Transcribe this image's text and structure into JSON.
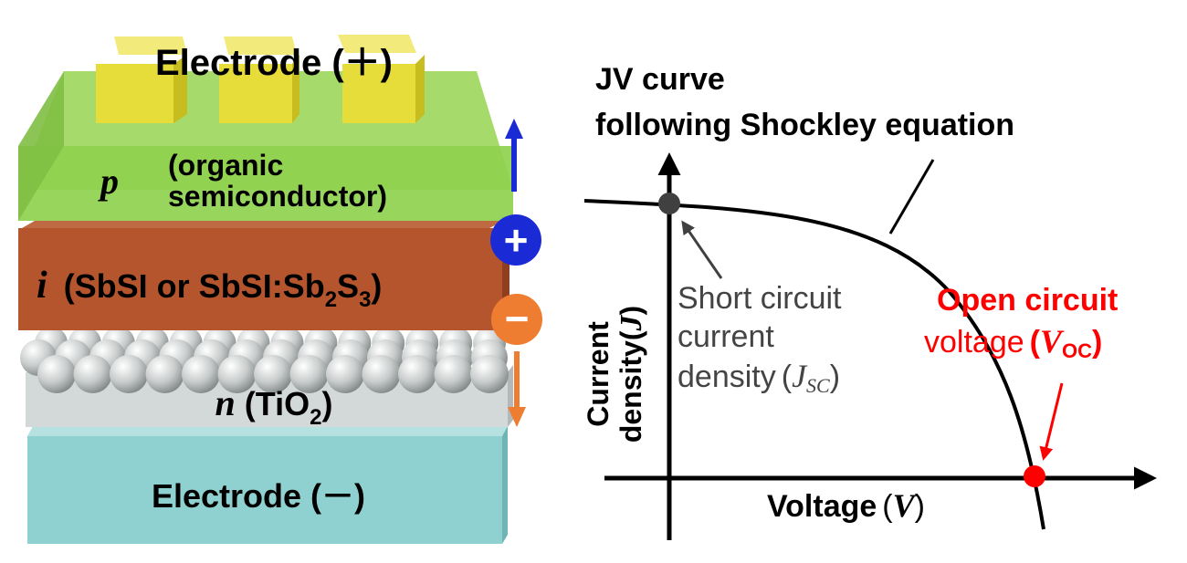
{
  "layers": {
    "top_electrode": {
      "label": "Electrode (＋)"
    },
    "p_layer": {
      "symbol": "p",
      "desc_line1": "(organic",
      "desc_line2": "semiconductor)"
    },
    "i_layer": {
      "symbol": "i",
      "text": "(SbSI or SbSI:Sb",
      "sub1": "2",
      "mid": "S",
      "sub2": "3",
      "close": ")"
    },
    "n_layer": {
      "symbol": "n",
      "text": "(TiO",
      "sub": "2",
      "close": ")"
    },
    "bottom_electrode": {
      "label": "Electrode (－)"
    }
  },
  "charges": {
    "hole_symbol": "+",
    "electron_symbol": "−"
  },
  "plot": {
    "title_line1": "JV curve",
    "title_line2": "following Shockley equation",
    "y_axis_line1": "Current",
    "y_axis_line2_text": "density(",
    "y_axis_line2_var": "J",
    "y_axis_line2_close": ")",
    "x_axis_text": "Voltage",
    "x_axis_var": "V",
    "jsc": {
      "line1": "Short circuit",
      "line2": "current",
      "line3_text": "density",
      "var": "J",
      "sub": "SC"
    },
    "voc": {
      "line1": "Open circuit",
      "line2_text": "voltage",
      "var": "V",
      "sub": "OC"
    }
  },
  "colors": {
    "electrode_top": "#e6dc3a",
    "p_layer": "#8fd14f",
    "i_layer": "#b5552e",
    "n_layer": "#d3d8d9",
    "electrode_bottom": "#8fd0d0",
    "hole_arrow": "#1a2bd6",
    "electron_arrow": "#ee7d31",
    "jsc_marker": "#404040",
    "voc_marker": "#ff0000"
  }
}
